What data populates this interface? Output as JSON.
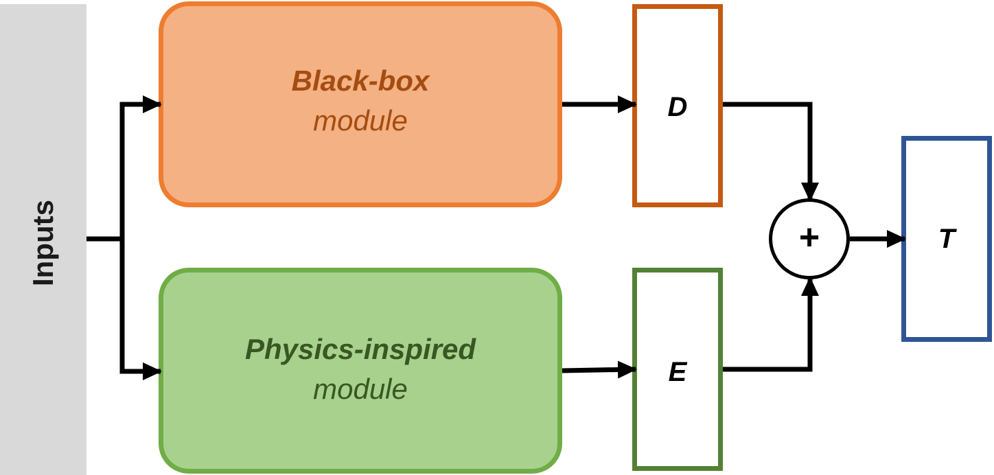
{
  "inputs": {
    "label": "Inputs"
  },
  "blackbox_module": {
    "title": "Black-box",
    "subtitle": "module"
  },
  "physics_module": {
    "title": "Physics-inspired",
    "subtitle": "module"
  },
  "outputs": {
    "d": "D",
    "e": "E",
    "t": "T"
  },
  "sum_node": {
    "symbol": "+"
  },
  "colors": {
    "inputs_fill": "#d9d9d9",
    "blackbox_fill": "#f4b183",
    "blackbox_border": "#ed7d31",
    "blackbox_text": "#a44d12",
    "physics_fill": "#a9d18e",
    "physics_border": "#70ad47",
    "physics_text": "#385723",
    "d_border": "#c55a11",
    "e_border": "#538135",
    "t_border": "#2f5597",
    "wire": "#000000"
  }
}
